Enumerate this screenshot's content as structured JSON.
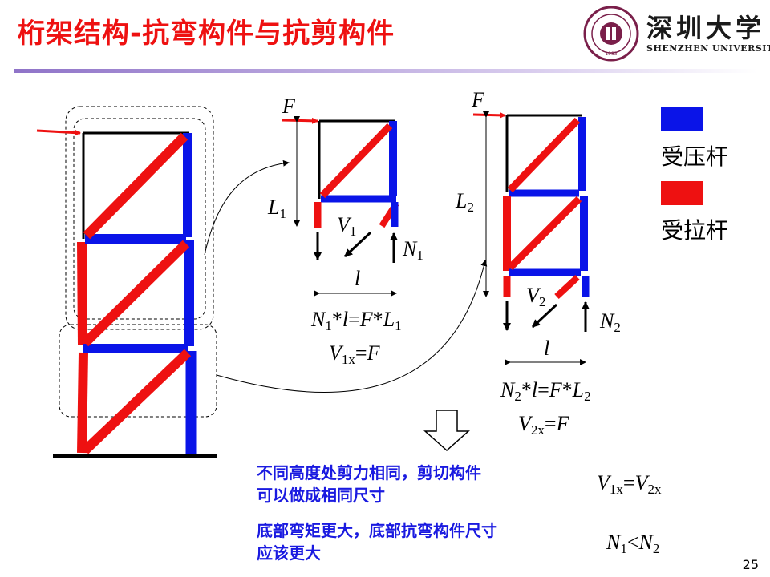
{
  "slide": {
    "title": "桁架结构-抗弯构件与抗剪构件",
    "page_number": "25"
  },
  "logo": {
    "name_cn": "深圳大学",
    "name_en": "SHENZHEN UNIVERSITY",
    "seal_text": "SHENZHEN UNIVERSITY 1983 大学"
  },
  "legend": {
    "compression_color": "#0a14e8",
    "compression_label": "受压杆",
    "tension_color": "#ee1111",
    "tension_label": "受拉杆"
  },
  "diagram": {
    "force_label": "F",
    "middle": {
      "height_label": "L",
      "height_sub": "1",
      "shear_label": "V",
      "shear_sub": "1",
      "normal_label": "N",
      "normal_sub": "1",
      "width_label": "l",
      "eq1": {
        "n": "N",
        "n_sub": "1",
        "op": "*",
        "l": "l",
        "eq": "=",
        "f": "F",
        "star": "*",
        "L": "L",
        "L_sub": "1"
      },
      "eq2": {
        "v": "V",
        "v_sub": "1x",
        "eq": "=",
        "f": "F"
      }
    },
    "right": {
      "height_label": "L",
      "height_sub": "2",
      "shear_label": "V",
      "shear_sub": "2",
      "normal_label": "N",
      "normal_sub": "2",
      "width_label": "l",
      "eq1": {
        "n": "N",
        "n_sub": "2",
        "op": "*",
        "l": "l",
        "eq": "=",
        "f": "F",
        "star": "*",
        "L": "L",
        "L_sub": "2"
      },
      "eq2": {
        "v": "V",
        "v_sub": "2x",
        "eq": "=",
        "f": "F"
      }
    }
  },
  "notes": {
    "note1_line1": "不同高度处剪力相同，剪切构件",
    "note1_line2": "可以做成相同尺寸",
    "note2_line1": "底部弯矩更大，底部抗弯构件尺寸",
    "note2_line2": "应该更大"
  },
  "conclusions": {
    "c1": {
      "v": "V",
      "v_sub1": "1x",
      "eq": "=",
      "v2": "V",
      "v_sub2": "2x"
    },
    "c2": {
      "n": "N",
      "n_sub1": "1",
      "lt": "<",
      "n2": "N",
      "n_sub2": "2"
    }
  }
}
